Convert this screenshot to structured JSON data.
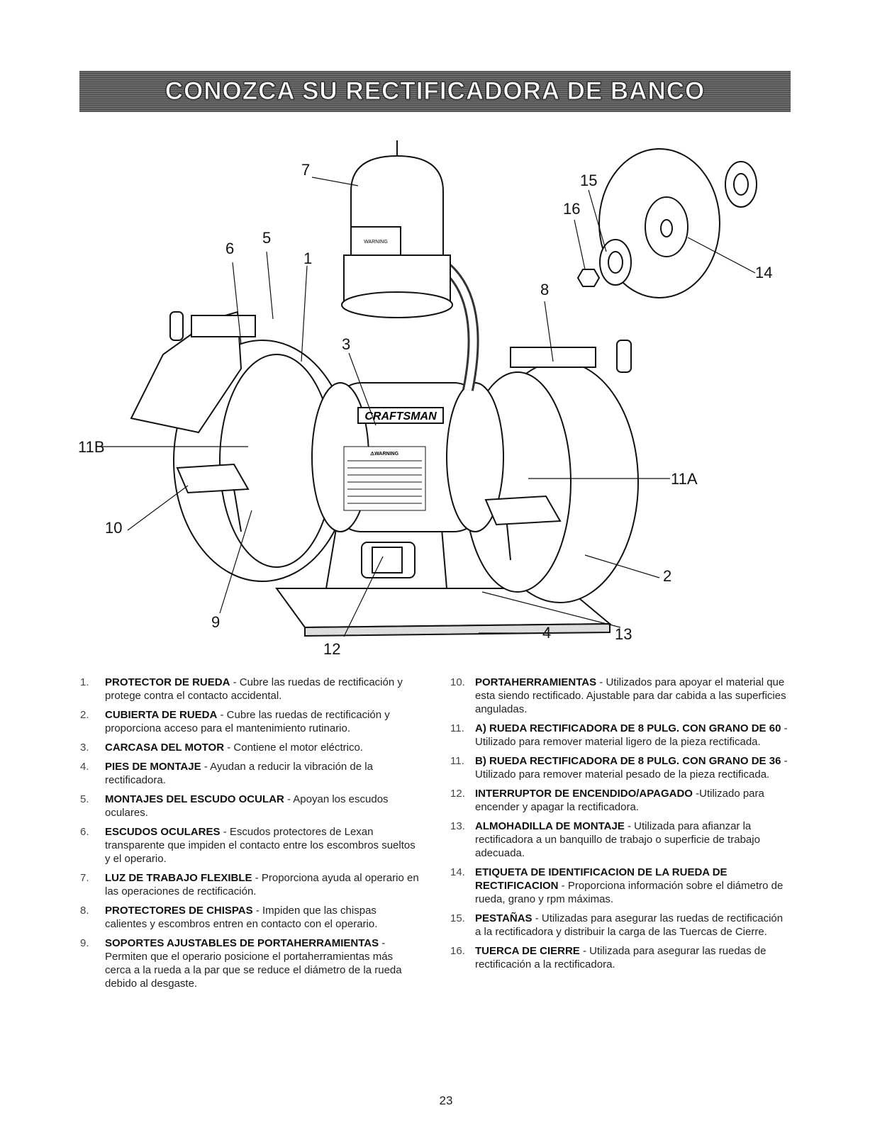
{
  "title": "CONOZCA SU RECTIFICADORA DE BANCO",
  "diagram": {
    "labels": {
      "l1": "1",
      "l2": "2",
      "l3": "3",
      "l4": "4",
      "l5": "5",
      "l6": "6",
      "l7": "7",
      "l8": "8",
      "l9": "9",
      "l10": "10",
      "l11a": "11A",
      "l11b": "11B",
      "l12": "12",
      "l13": "13",
      "l14": "14",
      "l15": "15",
      "l16": "16"
    },
    "brand": "CRAFTSMAN",
    "lamp_warning": "WARNING",
    "motor_warning": "⚠WARNING"
  },
  "left_items": [
    {
      "num": "1.",
      "title": "PROTECTOR DE RUEDA",
      "text": " - Cubre las ruedas de rectificación y protege contra el contacto accidental."
    },
    {
      "num": "2.",
      "title": "CUBIERTA DE RUEDA",
      "text": " - Cubre las ruedas de rectificación y proporciona acceso para el mantenimiento rutinario."
    },
    {
      "num": "3.",
      "title": "CARCASA DEL MOTOR",
      "text": " - Contiene el motor eléctrico."
    },
    {
      "num": "4.",
      "title": "PIES DE MONTAJE",
      "text": " - Ayudan a reducir la vibración de la rectificadora."
    },
    {
      "num": "5.",
      "title": "MONTAJES DEL ESCUDO OCULAR",
      "text": " - Apoyan los escudos oculares."
    },
    {
      "num": "6.",
      "title": "ESCUDOS OCULARES",
      "text": " - Escudos protectores de Lexan transparente que impiden el contacto entre los escombros sueltos y el operario."
    },
    {
      "num": "7.",
      "title": "LUZ DE TRABAJO FLEXIBLE",
      "text": " - Proporciona ayuda al operario en las operaciones de rectificación."
    },
    {
      "num": "8.",
      "title": "PROTECTORES DE CHISPAS",
      "text": " - Impiden que las chispas calientes y escombros entren en contacto con el operario."
    },
    {
      "num": "9.",
      "title": "SOPORTES AJUSTABLES DE PORTAHERRAMIENTAS",
      "text": " - Permiten que el operario posicione el portaherramientas más cerca a la rueda a la par que se reduce el diámetro de la rueda debido al desgaste."
    }
  ],
  "right_items": [
    {
      "num": "10.",
      "title": "PORTAHERRAMIENTAS",
      "text": " - Utilizados para apoyar el material que esta siendo rectificado. Ajustable para dar cabida a las superficies anguladas."
    },
    {
      "num": "11.",
      "title": "A) RUEDA RECTIFICADORA DE 8 PULG. CON GRANO DE 60",
      "text": " - Utilizado para remover material ligero de la pieza rectificada."
    },
    {
      "num": "11.",
      "title": "B) RUEDA RECTIFICADORA DE 8 PULG. CON GRANO DE 36",
      "text": " - Utilizado para remover material pesado de la pieza rectificada."
    },
    {
      "num": "12.",
      "title": "INTERRUPTOR DE ENCENDIDO/APAGADO",
      "text": " -Utilizado para encender y apagar la rectificadora."
    },
    {
      "num": "13.",
      "title": "ALMOHADILLA DE MONTAJE",
      "text": " - Utilizada para afianzar la rectificadora a un banquillo de trabajo o superficie de trabajo adecuada."
    },
    {
      "num": "14.",
      "title": "ETIQUETA DE IDENTIFICACION DE LA RUEDA DE RECTIFICACION",
      "text": " - Proporciona información sobre el diámetro de rueda, grano y rpm máximas."
    },
    {
      "num": "15.",
      "title": "PESTAÑAS",
      "text": " - Utilizadas para asegurar las ruedas de rectificación a la rectificadora y distribuir la carga de las Tuercas de Cierre."
    },
    {
      "num": "16.",
      "title": "TUERCA DE CIERRE",
      "text": " - Utilizada para asegurar las ruedas de rectificación a la rectificadora."
    }
  ],
  "page_number": "23"
}
